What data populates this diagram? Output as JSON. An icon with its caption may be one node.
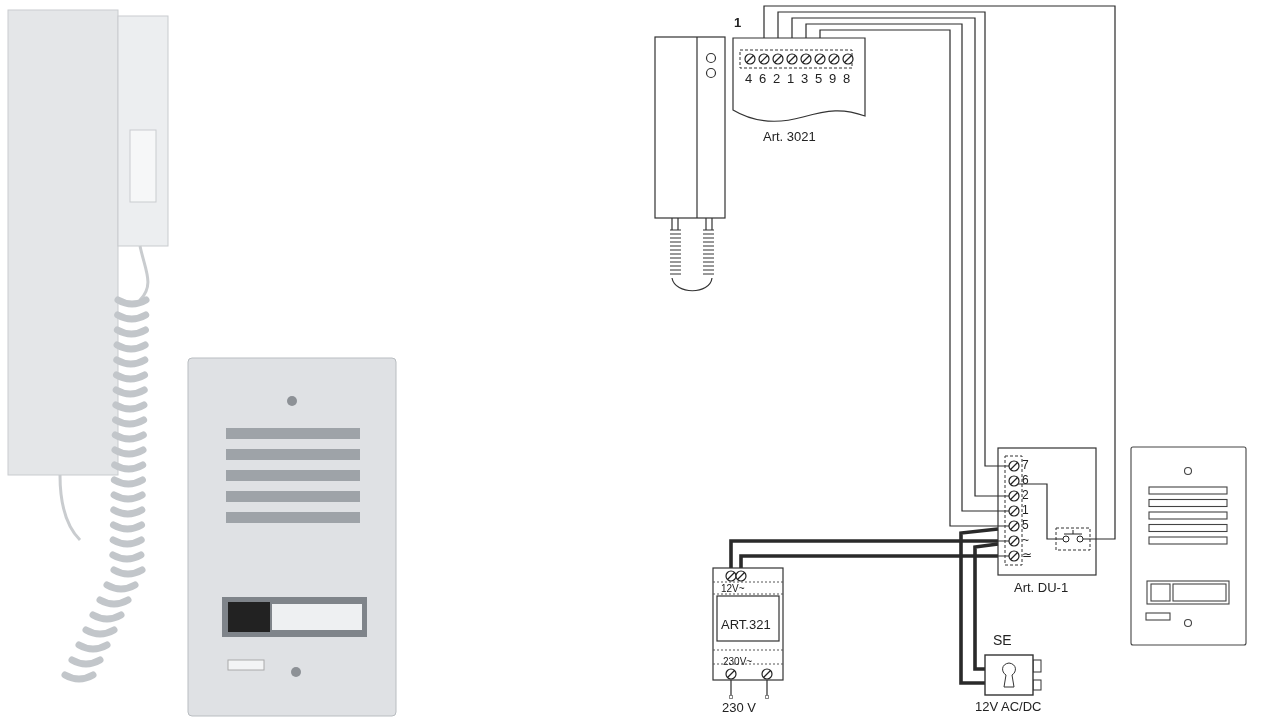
{
  "diagram": {
    "nodes": [
      {
        "text": [
          "Art. 3021"
        ],
        "beside": [
          "1"
        ]
      },
      {
        "text": [
          "Art. DU-1"
        ]
      },
      {
        "text": [],
        "shape": "box",
        "in": 1
      },
      {
        "text": [
          "12V~",
          "ART.321",
          "230V~"
        ]
      },
      {
        "text": [
          "SE"
        ],
        "beside": [
          "12V AC/DC"
        ]
      },
      {
        "text": [
          "230 V"
        ]
      }
    ],
    "edges": [
      {
        "from": 0,
        "to": 1,
        "arrow": "none"
      },
      {
        "from": 0,
        "to": 1,
        "arrow": "none"
      },
      {
        "from": 0,
        "to": 1,
        "arrow": "none"
      },
      {
        "from": 0,
        "to": 1,
        "arrow": "none"
      },
      {
        "from": 0,
        "to": 2,
        "arrow": "none"
      },
      {
        "from": 1,
        "to": 2,
        "arrow": "none"
      },
      {
        "from": 3,
        "to": 1,
        "arrow": "none",
        "style": "thick"
      },
      {
        "from": 3,
        "to": 1,
        "arrow": "none",
        "style": "thick"
      },
      {
        "from": 1,
        "to": 4,
        "arrow": "none",
        "style": "thick"
      },
      {
        "from": 1,
        "to": 4,
        "arrow": "none",
        "style": "thick"
      },
      {
        "from": 3,
        "to": 5,
        "arrow": "other"
      },
      {
        "from": 3,
        "to": 5,
        "arrow": "other"
      }
    ],
    "labels": [
      "4",
      "6",
      "2",
      "1",
      "3",
      "5",
      "9",
      "8",
      "7",
      "6",
      "2",
      "1",
      "5",
      "~",
      "≃"
    ]
  }
}
